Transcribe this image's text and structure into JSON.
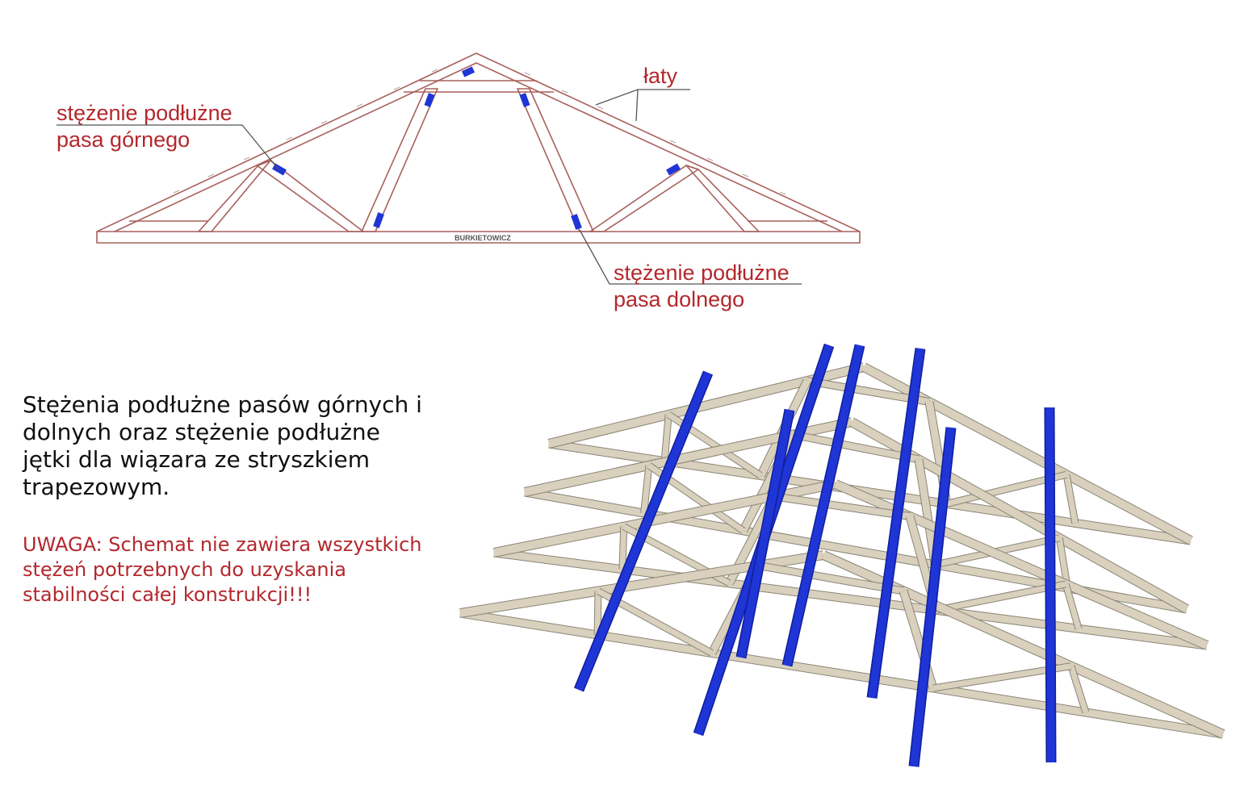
{
  "top_diagram": {
    "label_top_chord": [
      "stężenie podłużne",
      "pasa górnego"
    ],
    "label_battens": "łaty",
    "label_bottom_chord": [
      "stężenie podłużne",
      "pasa dolnego"
    ],
    "beam_text": "BURKIETOWICZ"
  },
  "description": "Stężenia podłużne pasów górnych i dolnych oraz stężenie podłużne jętki dla wiązara ze stryszkiem trapezowym.",
  "warning": "UWAGA: Schemat nie zawiera wszystkich stężeń potrzebnych do uzyskania stabilności całej konstrukcji!!!",
  "colors": {
    "label_red": "#b3282d",
    "truss_line": "#a8605c",
    "brace_blue": "#1f35d6",
    "timber": "#d9d0bd",
    "text_dark": "#111111"
  }
}
